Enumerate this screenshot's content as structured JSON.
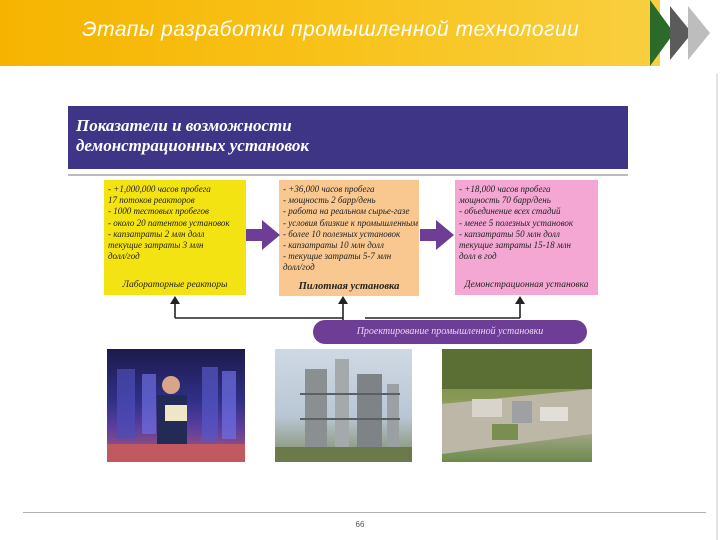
{
  "slide": {
    "title": "Этапы разработки промышленной технологии",
    "header_line1": "Показатели и возможности",
    "header_line2": "демонстрационных установок",
    "page_number": "66"
  },
  "stages": [
    {
      "items": [
        "- +1,000,000 часов пробега",
        "  17 потоков реакторов",
        "- 1000 тестовых пробегов",
        "- около 20 патентов установок",
        "- капзатраты 2 млн долл",
        "  текущие затраты 3 млн",
        "долл/год"
      ],
      "label": "Лабораторные реакторы"
    },
    {
      "items": [
        "- +36,000 часов пробега",
        "- мощность 2 барр/день",
        "- работа на реальном сырье-газе",
        "- условия близкие к промышленным",
        "- более 10 полезных установок",
        "- капзатраты 10 млн долл",
        "- текущие затраты 5-7 млн",
        "долл/год"
      ],
      "label": "Пилотная установка"
    },
    {
      "items": [
        "- +18,000 часов пробега",
        "  мощность 70 барр/день",
        "- объединение всех стадий",
        "- менее 5 полезных установок",
        "- капзатраты 50 млн долл",
        "  текущие затраты 15-18 млн",
        "долл в год"
      ],
      "label": "Демонстрационная установка"
    }
  ],
  "bottom_bar": "Проектирование промышленной установки",
  "colors": {
    "title_bar": "#f6b400",
    "header_box": "#3f3587",
    "stage1": "#f4e312",
    "stage2": "#f9c891",
    "stage3": "#f4a7d3",
    "arrow": "#6e3d95",
    "bottom_bar": "#6e3d95"
  }
}
